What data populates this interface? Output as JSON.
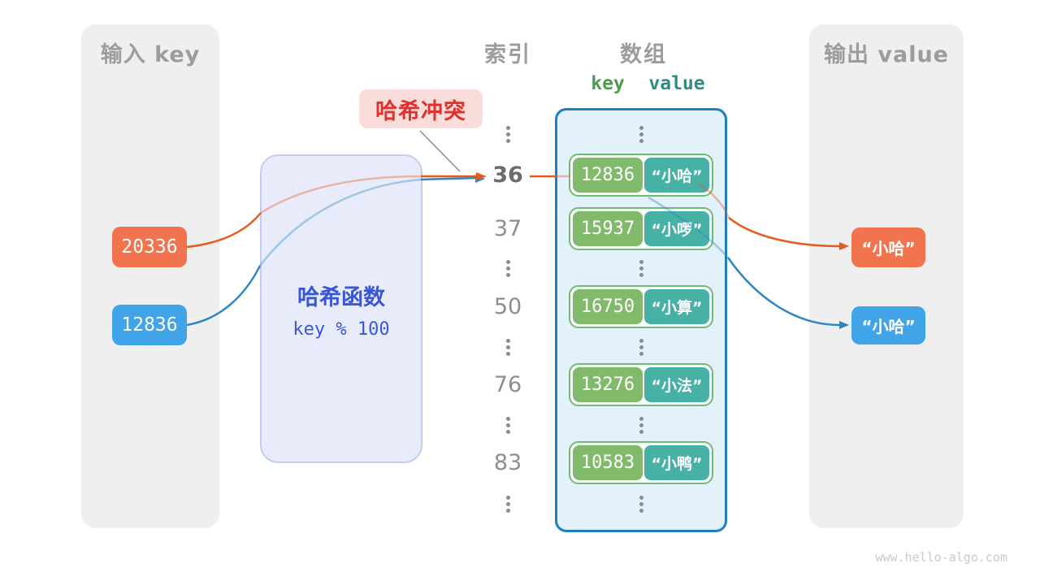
{
  "colors": {
    "orange": "#f2744e",
    "blue": "#41a4e8",
    "arrow_orange": "#e65a20",
    "arrow_blue": "#2e86c4",
    "key_green": "#82ba6c",
    "value_teal": "#46b1a4",
    "pair_border_green": "#6cbe6f",
    "array_border_blue": "#1e7ec2",
    "array_fill": "#e3f1fb",
    "hash_fill": "#e8ecfa",
    "hash_text_blue": "#3a57d3",
    "collision_red": "#e0312f",
    "collision_bg": "#fadcda",
    "panel_gray": "#efefef",
    "title_gray": "#9c9c9c"
  },
  "input_panel": {
    "title": "输入 key",
    "keys": [
      {
        "value": "20336"
      },
      {
        "value": "12836"
      }
    ]
  },
  "hash_function": {
    "title": "哈希函数",
    "formula": "key % 100"
  },
  "collision_label": "哈希冲突",
  "index_column": {
    "title": "索引",
    "rows": [
      "36",
      "37",
      "50",
      "76",
      "83"
    ]
  },
  "array": {
    "title": "数组",
    "key_header": "key",
    "value_header": "value",
    "pairs": [
      {
        "key": "12836",
        "value": "“小哈”"
      },
      {
        "key": "15937",
        "value": "“小啰”"
      },
      {
        "key": "16750",
        "value": "“小算”"
      },
      {
        "key": "13276",
        "value": "“小法”"
      },
      {
        "key": "10583",
        "value": "“小鸭”"
      }
    ]
  },
  "output_panel": {
    "title": "输出 value",
    "values": [
      {
        "text": "“小哈”"
      },
      {
        "text": "“小哈”"
      }
    ]
  },
  "watermark": "www.hello-algo.com"
}
